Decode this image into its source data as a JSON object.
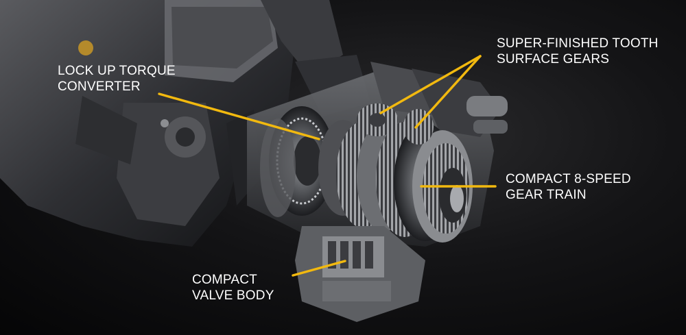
{
  "callouts": {
    "torque_converter": {
      "line1": "LOCK UP TORQUE",
      "line2": "CONVERTER"
    },
    "tooth_gears": {
      "line1": "SUPER-FINISHED TOOTH",
      "line2": "SURFACE GEARS"
    },
    "gear_train": {
      "line1": "COMPACT 8-SPEED",
      "line2": "GEAR TRAIN"
    },
    "valve_body": {
      "line1": "COMPACT",
      "line2": "VALVE BODY"
    }
  },
  "colors": {
    "leader_line": "#f2b90f",
    "label_text": "#ffffff",
    "background": "#0a0a0b"
  },
  "icons": [
    "transmission-cutaway-illustration"
  ]
}
